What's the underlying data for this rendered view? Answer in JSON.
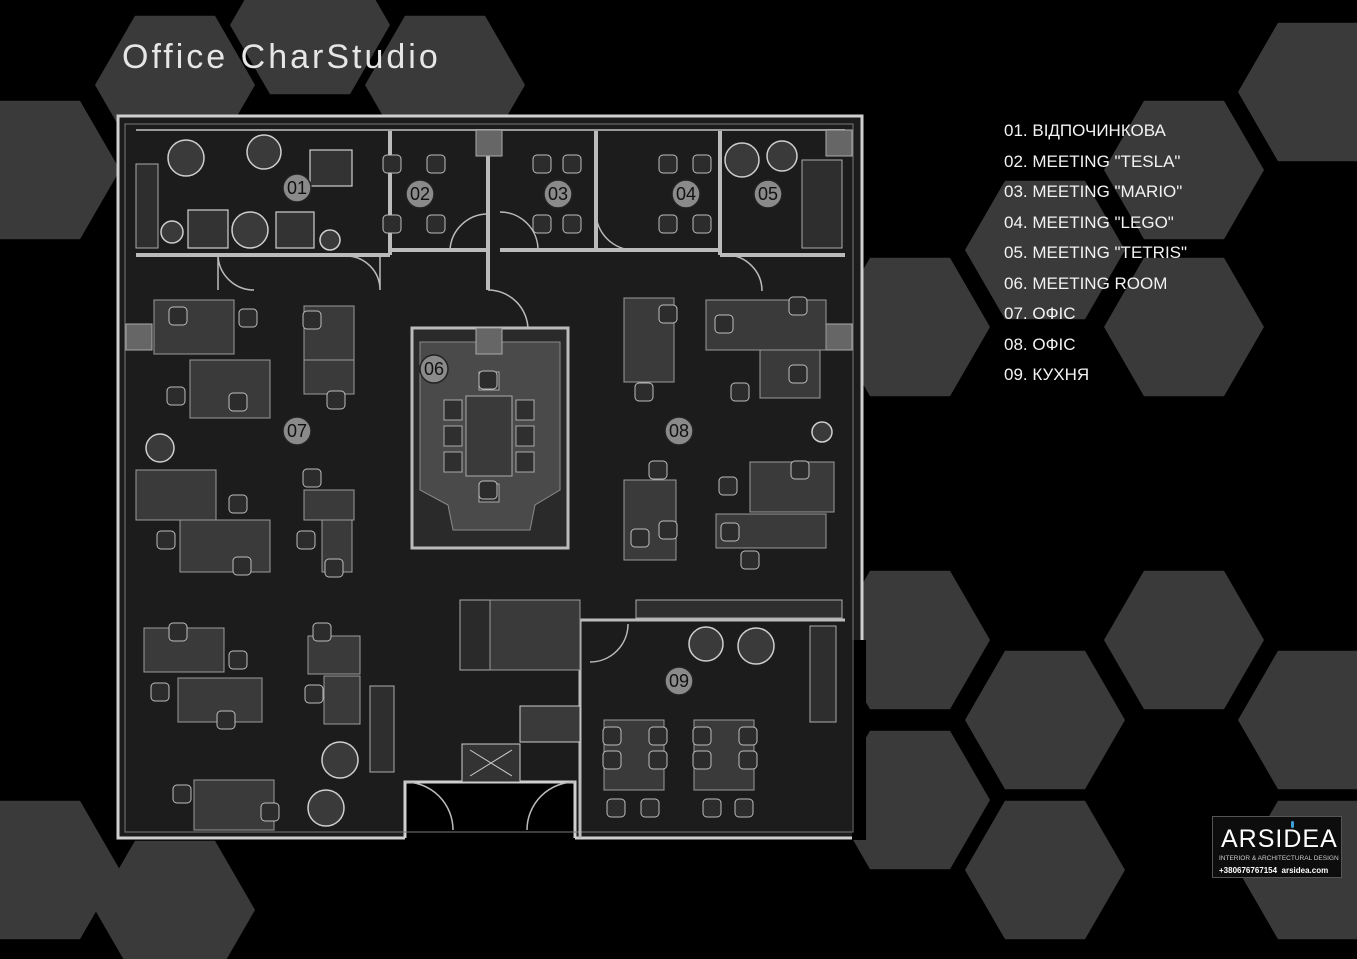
{
  "title": "Office CharStudio",
  "rooms": [
    {
      "num": "01",
      "label": "01. ВІДПОЧИНКОВА"
    },
    {
      "num": "02",
      "label": "02. MEETING \"TESLA\""
    },
    {
      "num": "03",
      "label": "03. MEETING \"MARIO\""
    },
    {
      "num": "04",
      "label": "04. MEETING \"LEGO\""
    },
    {
      "num": "05",
      "label": "05. MEETING \"TETRIS\""
    },
    {
      "num": "06",
      "label": "06. MEETING ROOM"
    },
    {
      "num": "07",
      "label": "07. ОФІС"
    },
    {
      "num": "08",
      "label": "08. ОФІС"
    },
    {
      "num": "09",
      "label": "09. КУХНЯ"
    }
  ],
  "logo": {
    "brand_a": "ARS",
    "brand_b": "IDEA",
    "tagline": "INTERIOR & ARCHITECTURAL DESIGN",
    "phone": "+380676767154",
    "site": "arsidea.com"
  },
  "colors": {
    "background": "#000000",
    "hex": "#3a3a3a",
    "floor": "#1c1c1c",
    "wall": "#bdbdbd",
    "marker": "#8a8a8a"
  }
}
